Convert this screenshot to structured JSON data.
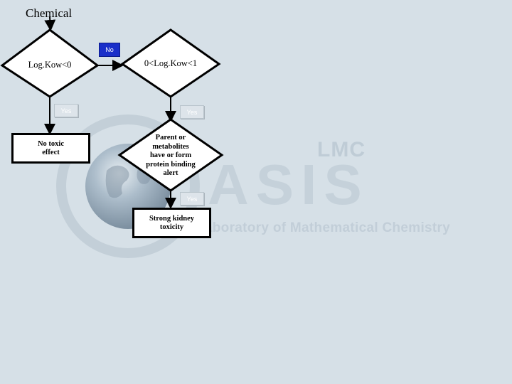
{
  "diagram": {
    "start_label": "Chemical",
    "decision_1": "Log.Kow<0",
    "decision_2": "0<Log.Kow<1",
    "decision_3_lines": [
      "Parent or",
      "metabolites",
      "have or form",
      "protein binding",
      "alert"
    ],
    "outcome_1_lines": [
      "No toxic",
      "effect"
    ],
    "outcome_2_lines": [
      "Strong kidney",
      "toxicity"
    ],
    "btn_no": "No",
    "btn_yes_1": "Yes",
    "btn_yes_2": "Yes",
    "btn_yes_3": "Yes"
  },
  "watermark": {
    "lmc": "LMC",
    "oasis": "ASIS",
    "lab": "Laboratory of Mathematical Chemistry"
  },
  "colors": {
    "background": "#d6e0e7",
    "no_button": "#1a2fc9",
    "watermark": "#c5d1da"
  }
}
